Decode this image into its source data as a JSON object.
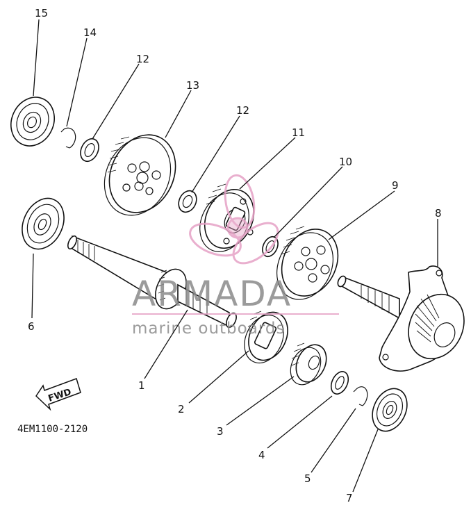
{
  "diagram": {
    "part_code": "4EM1100-2120",
    "fwd_label": "FWD",
    "watermark": {
      "brand": "ARMADA",
      "tagline": "marine outboards"
    },
    "colors": {
      "ink": "#111111",
      "watermark_gray": "#8a8a8a",
      "watermark_pink": "#e6a2c6"
    },
    "callouts": [
      {
        "id": "1",
        "label": "1",
        "part": "drive shaft"
      },
      {
        "id": "2",
        "label": "2",
        "part": "dog clutch"
      },
      {
        "id": "3",
        "label": "3",
        "part": "pinion gear"
      },
      {
        "id": "4",
        "label": "4",
        "part": "washer"
      },
      {
        "id": "5",
        "label": "5",
        "part": "circlip"
      },
      {
        "id": "6",
        "label": "6",
        "part": "bearing"
      },
      {
        "id": "7",
        "label": "7",
        "part": "bearing"
      },
      {
        "id": "8",
        "label": "8",
        "part": "output gear shaft"
      },
      {
        "id": "9",
        "label": "9",
        "part": "gear"
      },
      {
        "id": "10",
        "label": "10",
        "part": "washer"
      },
      {
        "id": "11",
        "label": "11",
        "part": "hub gear"
      },
      {
        "id": "12a",
        "label": "12",
        "part": "washer"
      },
      {
        "id": "12b",
        "label": "12",
        "part": "washer"
      },
      {
        "id": "13",
        "label": "13",
        "part": "gear"
      },
      {
        "id": "14",
        "label": "14",
        "part": "circlip"
      },
      {
        "id": "15",
        "label": "15",
        "part": "bearing"
      }
    ]
  }
}
